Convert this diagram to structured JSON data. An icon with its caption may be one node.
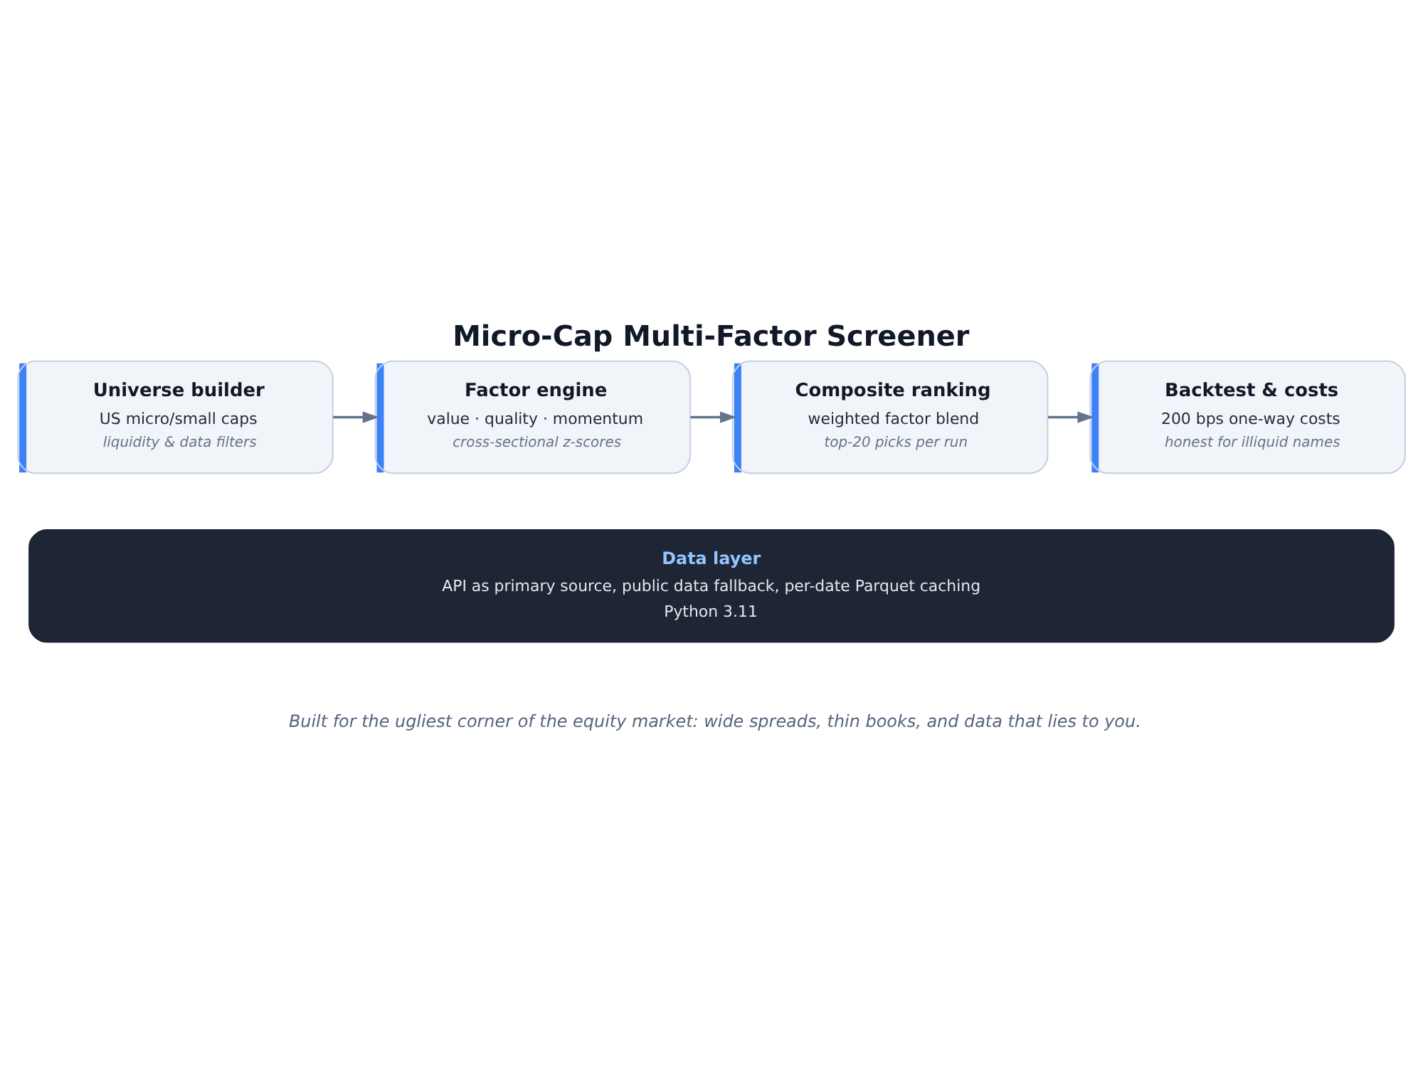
{
  "diagram": {
    "title": "Micro-Cap Multi-Factor Screener",
    "caption": "Built for the ugliest corner of the equity market: wide spreads, thin books, and data that lies to you.",
    "nodes": [
      {
        "text": [
          "Universe builder",
          "US micro/small caps",
          "liquidity & data filters"
        ]
      },
      {
        "text": [
          "Factor engine",
          "value · quality · momentum",
          "cross-sectional z-scores"
        ]
      },
      {
        "text": [
          "Composite ranking",
          "weighted factor blend",
          "top-20 picks per run"
        ]
      },
      {
        "text": [
          "Backtest & costs",
          "200 bps one-way costs",
          "honest for illiquid names"
        ]
      },
      {
        "text": [
          "Data layer",
          "API as primary source, public data fallback, per-date Parquet caching",
          "Python 3.11"
        ]
      }
    ],
    "edges": [
      {
        "from": 0,
        "to": 1,
        "arrow": "to"
      },
      {
        "from": 1,
        "to": 2,
        "arrow": "to"
      },
      {
        "from": 2,
        "to": 3,
        "arrow": "to"
      }
    ]
  }
}
